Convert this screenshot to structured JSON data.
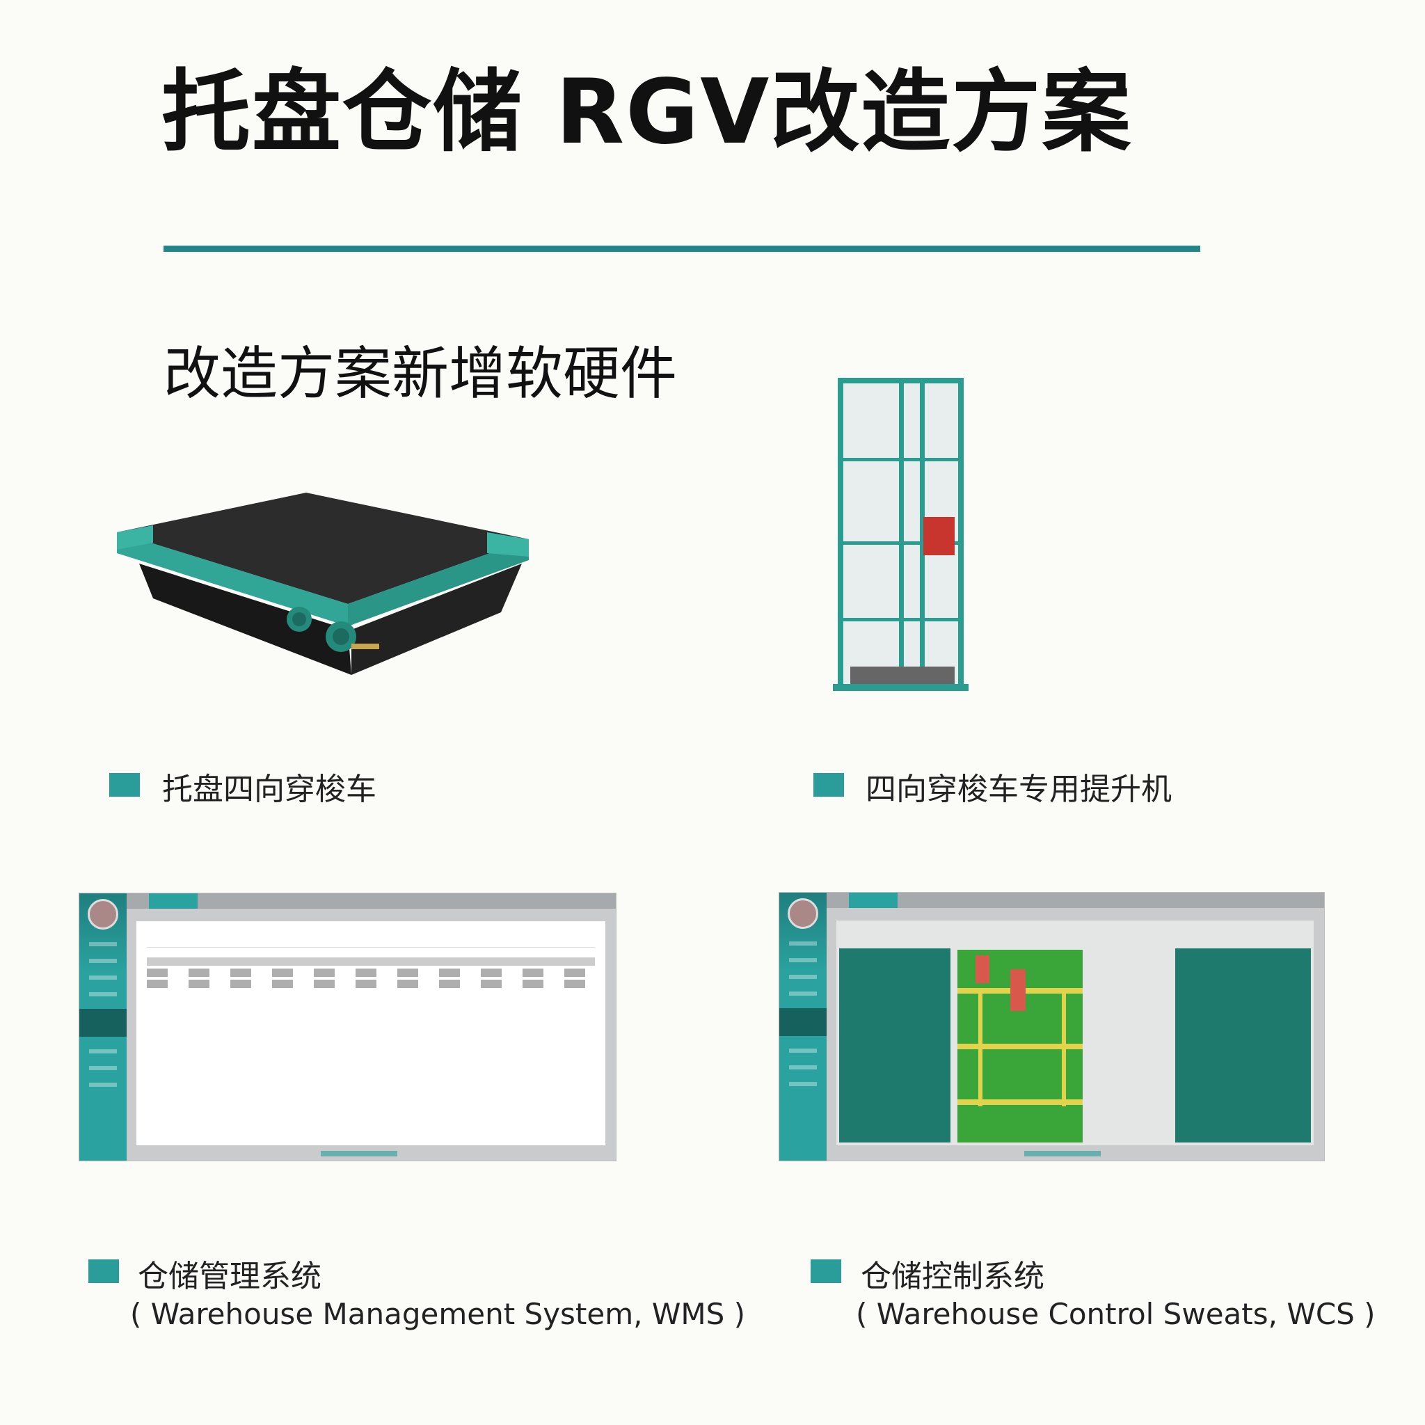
{
  "title": "托盘仓储 RGV改造方案",
  "subtitle": "改造方案新增软硬件",
  "accent_color": "#23868a",
  "items": [
    {
      "label": "托盘四向穿梭车",
      "image": "four-way-pallet-shuttle"
    },
    {
      "label": "四向穿梭车专用提升机",
      "image": "shuttle-lift"
    },
    {
      "label": "仓储管理系统",
      "english": "( Warehouse Management System, WMS )",
      "image": "wms-screenshot"
    },
    {
      "label": "仓储控制系统",
      "english": "( Warehouse Control Sweats, WCS )",
      "image": "wcs-screenshot"
    }
  ]
}
